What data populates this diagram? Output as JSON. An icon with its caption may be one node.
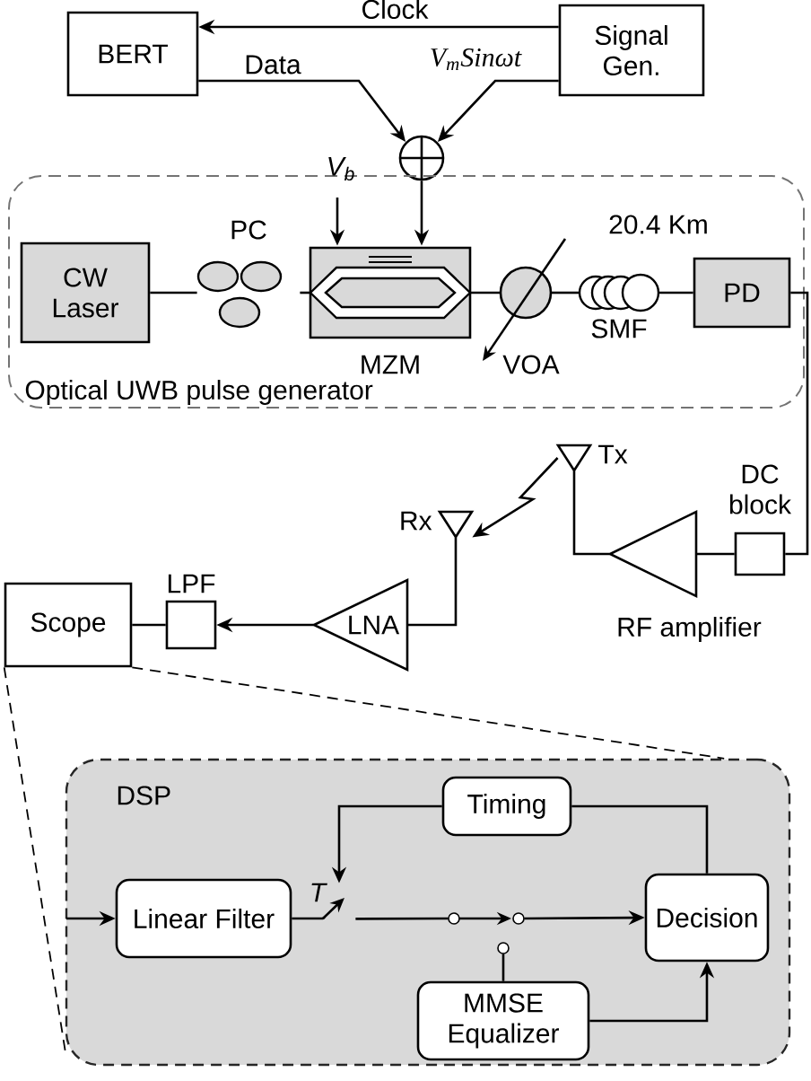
{
  "diagram": {
    "nodes": [
      {
        "text": [
          "BERT"
        ]
      },
      {
        "text": [
          "Signal Gen."
        ]
      },
      {
        "text": [],
        "shape": "circle"
      },
      {
        "text": [
          "Optical UWB pulse generator"
        ]
      },
      {
        "text": [
          "CW Laser"
        ],
        "in": 3
      },
      {
        "text": [
          "PC"
        ],
        "in": 3
      },
      {
        "text": [
          "MZM"
        ],
        "in": 3
      },
      {
        "text": [
          "VOA"
        ],
        "in": 3
      },
      {
        "text": [
          "SMF"
        ],
        "beside": [
          "20.4 Km"
        ],
        "in": 3
      },
      {
        "text": [
          "PD"
        ],
        "in": 3
      },
      {
        "text": [
          "DC block"
        ]
      },
      {
        "text": [
          "RF amplifier"
        ]
      },
      {
        "text": [
          "Tx"
        ]
      },
      {
        "text": [
          "Rx"
        ]
      },
      {
        "text": [
          "LNA"
        ]
      },
      {
        "text": [
          "LPF"
        ]
      },
      {
        "text": [
          "Scope"
        ]
      },
      {
        "text": [
          "DSP"
        ]
      },
      {
        "text": [
          "Timing"
        ],
        "in": 17
      },
      {
        "text": [
          "Linear Filter"
        ],
        "in": 17
      },
      {
        "text": [
          "Decision"
        ],
        "in": 17
      },
      {
        "text": [
          "MMSE Equalizer"
        ],
        "in": 17
      },
      {
        "text": [],
        "shape": "switch",
        "in": 17
      },
      {
        "text": [],
        "shape": "switch",
        "in": 17
      }
    ],
    "edges": [
      {
        "from": 1,
        "to": 0,
        "arrow": "to",
        "label": "Clock"
      },
      {
        "from": 0,
        "to": 2,
        "arrow": "to",
        "label": "Data"
      },
      {
        "from": 1,
        "to": 2,
        "arrow": "to",
        "label": "V$_{m}$Sinωt"
      },
      {
        "from": 2,
        "to": 6,
        "arrow": "to"
      },
      {
        "from": null,
        "to": 6,
        "arrow": "to",
        "label": "V$_{b}$"
      },
      {
        "from": 4,
        "to": 5,
        "arrow": "none"
      },
      {
        "from": 5,
        "to": 6,
        "arrow": "none"
      },
      {
        "from": 6,
        "to": 7,
        "arrow": "none"
      },
      {
        "from": 7,
        "to": 8,
        "arrow": "none"
      },
      {
        "from": 8,
        "to": 9,
        "arrow": "none"
      },
      {
        "from": 9,
        "to": 10,
        "arrow": "none"
      },
      {
        "from": 10,
        "to": 11,
        "arrow": "none"
      },
      {
        "from": 11,
        "to": 12,
        "arrow": "none"
      },
      {
        "from": 12,
        "to": 13,
        "arrow": "to"
      },
      {
        "from": 13,
        "to": 14,
        "arrow": "none"
      },
      {
        "from": 14,
        "to": 15,
        "arrow": "to"
      },
      {
        "from": 15,
        "to": 16,
        "arrow": "none"
      },
      {
        "from": 16,
        "to": 17,
        "arrow": "none",
        "style": "dashed"
      },
      {
        "from": 16,
        "to": 17,
        "arrow": "none",
        "style": "dashed"
      },
      {
        "from": null,
        "to": 19,
        "arrow": "to"
      },
      {
        "from": 19,
        "to": 22,
        "arrow": "none"
      },
      {
        "from": 18,
        "to": 22,
        "arrow": "to"
      },
      {
        "from": 22,
        "to": 23,
        "arrow": "none"
      },
      {
        "from": 23,
        "to": 20,
        "arrow": "to"
      },
      {
        "from": 20,
        "to": 18,
        "arrow": "none"
      },
      {
        "from": 21,
        "to": 20,
        "arrow": "to"
      },
      {
        "from": 21,
        "to": 23,
        "arrow": "none"
      }
    ],
    "labels": [
      "T"
    ]
  }
}
